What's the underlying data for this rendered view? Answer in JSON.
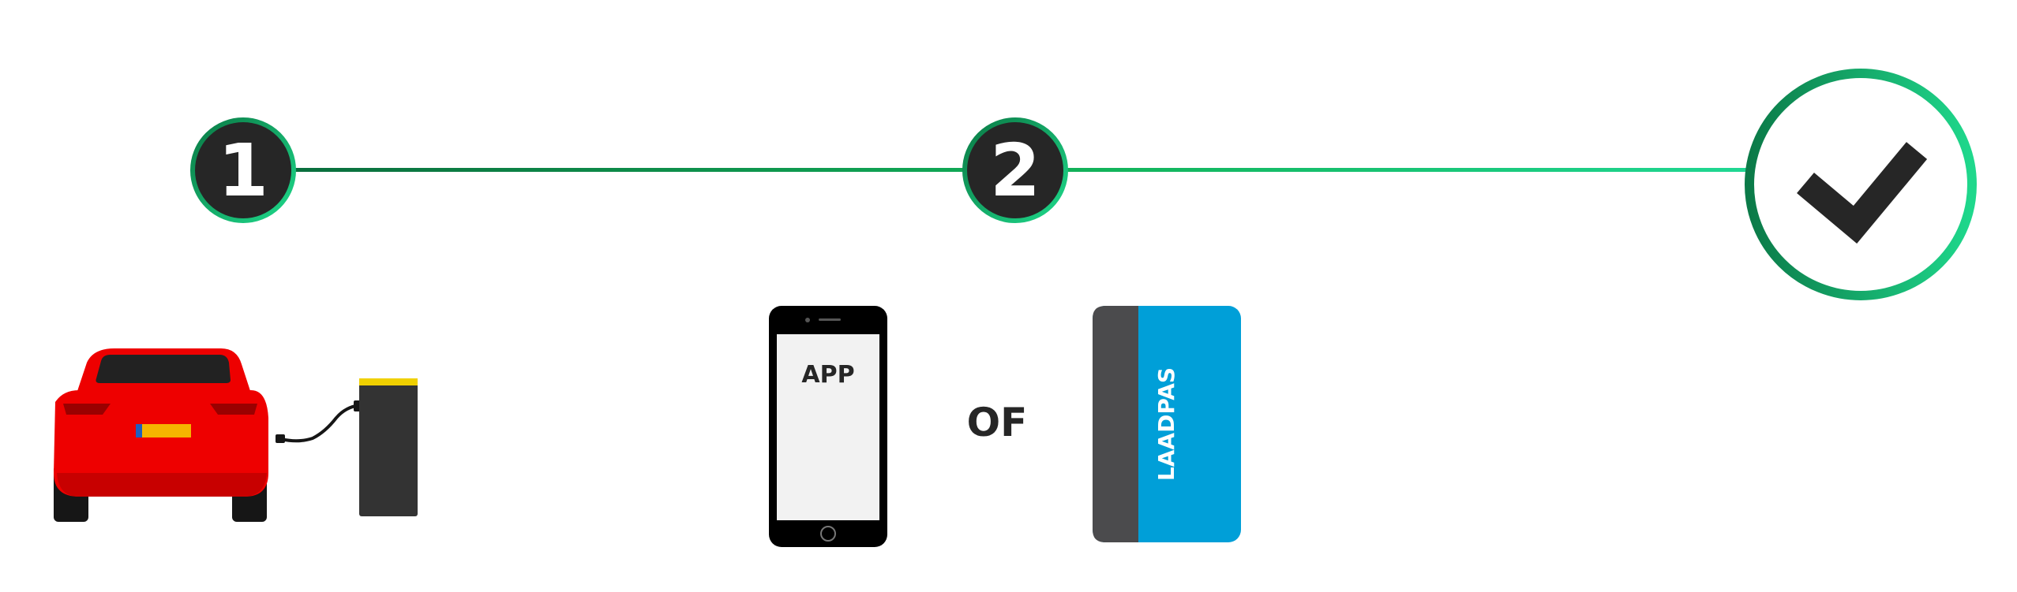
{
  "steps": [
    {
      "number": "1"
    },
    {
      "number": "2"
    }
  ],
  "icons": {
    "step_done": "checkmark-icon",
    "car": "car-icon",
    "charger": "charging-station-icon",
    "phone": "smartphone-icon",
    "card": "charging-card-icon"
  },
  "phone": {
    "screen_label": "APP"
  },
  "separator": {
    "label": "OF"
  },
  "card": {
    "label": "LAADPAS"
  },
  "colors": {
    "green_dark": "#0a7a45",
    "green": "#12b35a",
    "green_light": "#1ed88a",
    "circle_fill": "#262626",
    "car_red": "#ee0000",
    "charger_yellow": "#f0d000",
    "card_blue": "#009fd8",
    "card_gray": "#4b4b4d"
  }
}
